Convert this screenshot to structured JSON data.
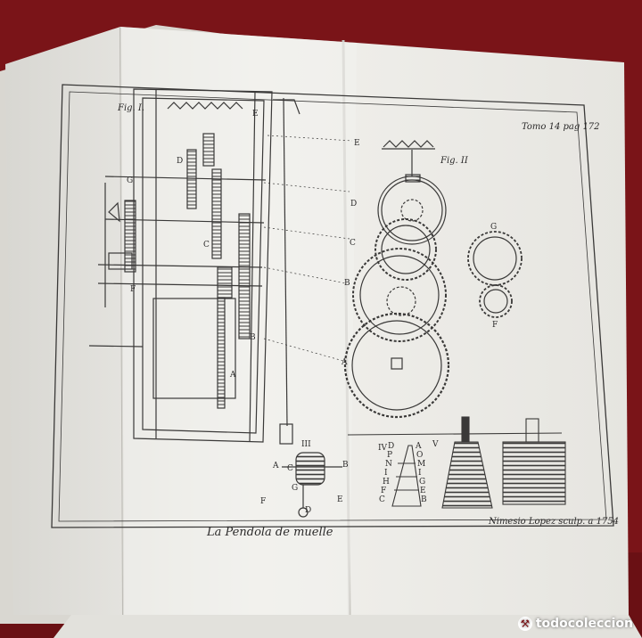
{
  "image": {
    "caption_left": "La Pendola de muelle",
    "caption_right": "Nimesio Lopez sculp. a 1754",
    "tomo_ref": "Tomo 14 pag 172",
    "fig_1": "Fig. I.",
    "fig_2": "Fig. II",
    "letters": {
      "E_top": "E",
      "D_left": "D",
      "G_left": "G",
      "C_left": "C",
      "F_left": "F",
      "A_left": "A",
      "B_left": "B",
      "E_right": "E",
      "D_right": "D",
      "C_right": "C",
      "B_right": "B",
      "A_right": "A",
      "G_right": "G",
      "F_right": "F",
      "III": "III",
      "IV": "IV",
      "V": "V",
      "A_drum": "A",
      "B_drum": "B",
      "C_drum": "C",
      "G_drum": "G",
      "F_drum": "F",
      "E_drum": "E",
      "D_drum": "D"
    },
    "fusee_left_letters": [
      "D",
      "P",
      "N",
      "I",
      "H",
      "F",
      "C"
    ],
    "fusee_right_letters": [
      "A",
      "O",
      "M",
      "I",
      "G",
      "E",
      "B"
    ]
  },
  "watermark": {
    "text": "todocoleccion",
    "icon": "hammer-icon"
  },
  "colors": {
    "background": "#7a1418",
    "paper": "#ecebe6",
    "ink": "#3a3938"
  }
}
